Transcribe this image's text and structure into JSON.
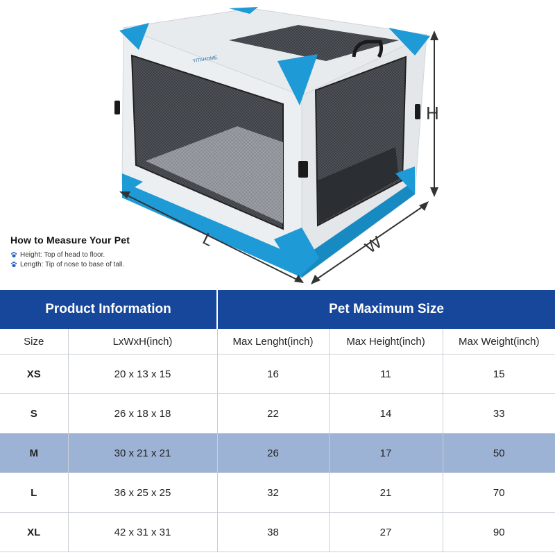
{
  "brand": {
    "logo_text": "YITAHOME"
  },
  "dimensions": {
    "height_label": "H",
    "length_label": "L",
    "width_label": "W"
  },
  "measure": {
    "title": "How to Measure Your Pet",
    "lines": [
      "Height: Top of head to floor.",
      "Length: Tip of nose to base of tall."
    ]
  },
  "table": {
    "group_headers": [
      "Product Information",
      "Pet Maximum Size"
    ],
    "columns": [
      "Size",
      "LxWxH(inch)",
      "Max Lenght(inch)",
      "Max Height(inch)",
      "Max Weight(inch)"
    ],
    "rows": [
      {
        "size": "XS",
        "dims": "20 x 13 x 15",
        "length": "16",
        "height": "11",
        "weight": "15"
      },
      {
        "size": "S",
        "dims": "26 x 18 x 18",
        "length": "22",
        "height": "14",
        "weight": "33"
      },
      {
        "size": "M",
        "dims": "30 x 21 x 21",
        "length": "26",
        "height": "17",
        "weight": "50"
      },
      {
        "size": "L",
        "dims": "36 x 25 x 25",
        "length": "32",
        "height": "21",
        "weight": "70"
      },
      {
        "size": "XL",
        "dims": "42 x 31 x 31",
        "length": "38",
        "height": "27",
        "weight": "90"
      }
    ],
    "highlight_row": "M"
  },
  "colors": {
    "accent_blue": "#16479a",
    "crate_blue": "#1e9ad6",
    "highlight_row": "#9db3d5"
  }
}
